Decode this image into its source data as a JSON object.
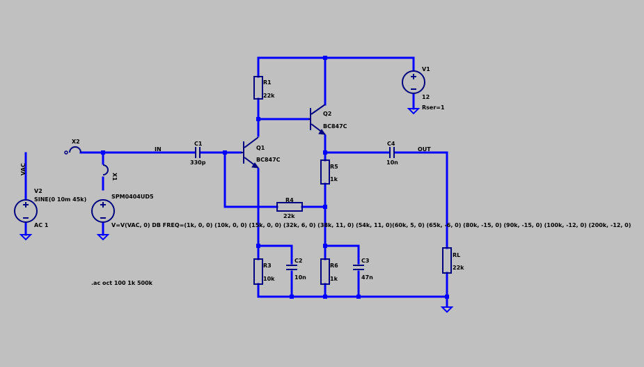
{
  "schematic": {
    "wire_color": "#0000ff",
    "component_color": "#000080",
    "background_color": "#c0c0c0",
    "components": {
      "R1": {
        "ref": "R1",
        "value": "22k"
      },
      "R3": {
        "ref": "R3",
        "value": "10k"
      },
      "R4": {
        "ref": "R4",
        "value": "22k"
      },
      "R5": {
        "ref": "R5",
        "value": "1k"
      },
      "R6": {
        "ref": "R6",
        "value": "1k"
      },
      "RL": {
        "ref": "RL",
        "value": "22k"
      },
      "C1": {
        "ref": "C1",
        "value": "330p"
      },
      "C2": {
        "ref": "C2",
        "value": "10n"
      },
      "C3": {
        "ref": "C3",
        "value": "47n"
      },
      "C4": {
        "ref": "C4",
        "value": "10n"
      },
      "Q1": {
        "ref": "Q1",
        "value": "BC847C"
      },
      "Q2": {
        "ref": "Q2",
        "value": "BC847C"
      },
      "V1": {
        "ref": "V1",
        "value": "12",
        "extra": "Rser=1"
      },
      "V2": {
        "ref": "V2",
        "value": "SINE(0 10m 45k)",
        "extra": "AC 1"
      },
      "X1": {
        "ref": "X1",
        "value": "SPM0404UD5"
      },
      "X2": {
        "ref": "X2"
      }
    },
    "net_labels": {
      "in": "IN",
      "out": "OUT",
      "vac": "VAC"
    },
    "directives": {
      "source_expr": "V=V(VAC, 0) DB FREQ=(1k, 0, 0) (10k, 0, 0) (15k, 0, 0) (32k, 6, 0) (38k, 11, 0) (54k, 11, 0)(60k, 5, 0) (65k, -6, 0) (80k, -15, 0) (90k, -15, 0) (100k, -12, 0) (200k, -12, 0)",
      "ac_analysis": ".ac oct 100 1k 500k"
    }
  }
}
